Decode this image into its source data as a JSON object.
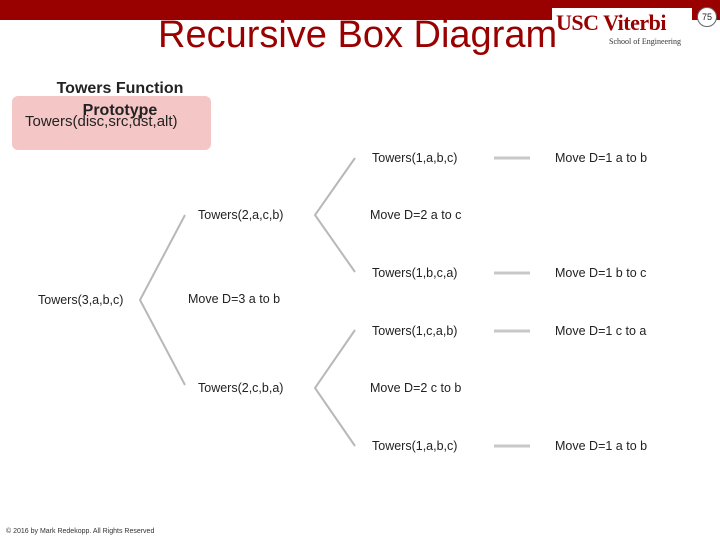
{
  "page_number": "75",
  "logo": {
    "main": "USC Viterbi",
    "sub": "School of Engineering"
  },
  "title": "Recursive Box Diagram",
  "prototype": {
    "label": "Towers Function Prototype",
    "signature": "Towers(disc,src,dst,alt)"
  },
  "tree": {
    "root": "Towers(3,a,b,c)",
    "root_move": "Move D=3 a to b",
    "l1_top": "Towers(2,a,c,b)",
    "l1_top_move": "Move D=2 a to c",
    "l1_bottom": "Towers(2,c,b,a)",
    "l1_bottom_move": "Move D=2 c to b",
    "leaves": [
      {
        "call": "Towers(1,a,b,c)",
        "move": "Move D=1 a to b"
      },
      {
        "call": "Towers(1,b,c,a)",
        "move": "Move D=1 b to c"
      },
      {
        "call": "Towers(1,c,a,b)",
        "move": "Move D=1 c to a"
      },
      {
        "call": "Towers(1,a,b,c)",
        "move": "Move D=1 a to b"
      }
    ]
  },
  "footer": "© 2016 by Mark Redekopp. All Rights Reserved",
  "colors": {
    "accent": "#990000",
    "prototype_box": "#f5c6c6",
    "connector": "#b8b8b8"
  }
}
